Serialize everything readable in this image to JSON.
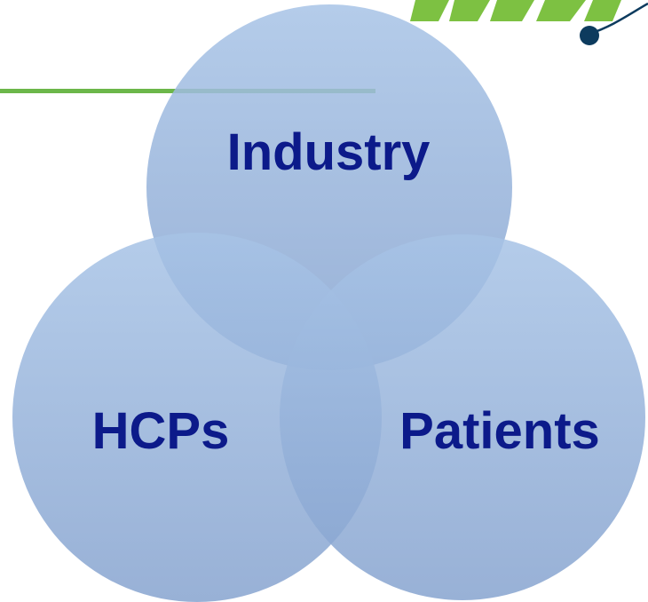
{
  "diagram": {
    "type": "venn-three-circle",
    "circles": [
      {
        "id": "industry",
        "label": "Industry"
      },
      {
        "id": "hcps",
        "label": "HCPs"
      },
      {
        "id": "patients",
        "label": "Patients"
      }
    ]
  },
  "colors": {
    "circle_fill_top": "#a5c0e4",
    "circle_fill_bottom": "#8daad3",
    "label_color": "#0c1a8a",
    "accent_line": "#6cb74a",
    "logo_green": "#7dc142",
    "logo_navy": "#0d3b5e"
  }
}
